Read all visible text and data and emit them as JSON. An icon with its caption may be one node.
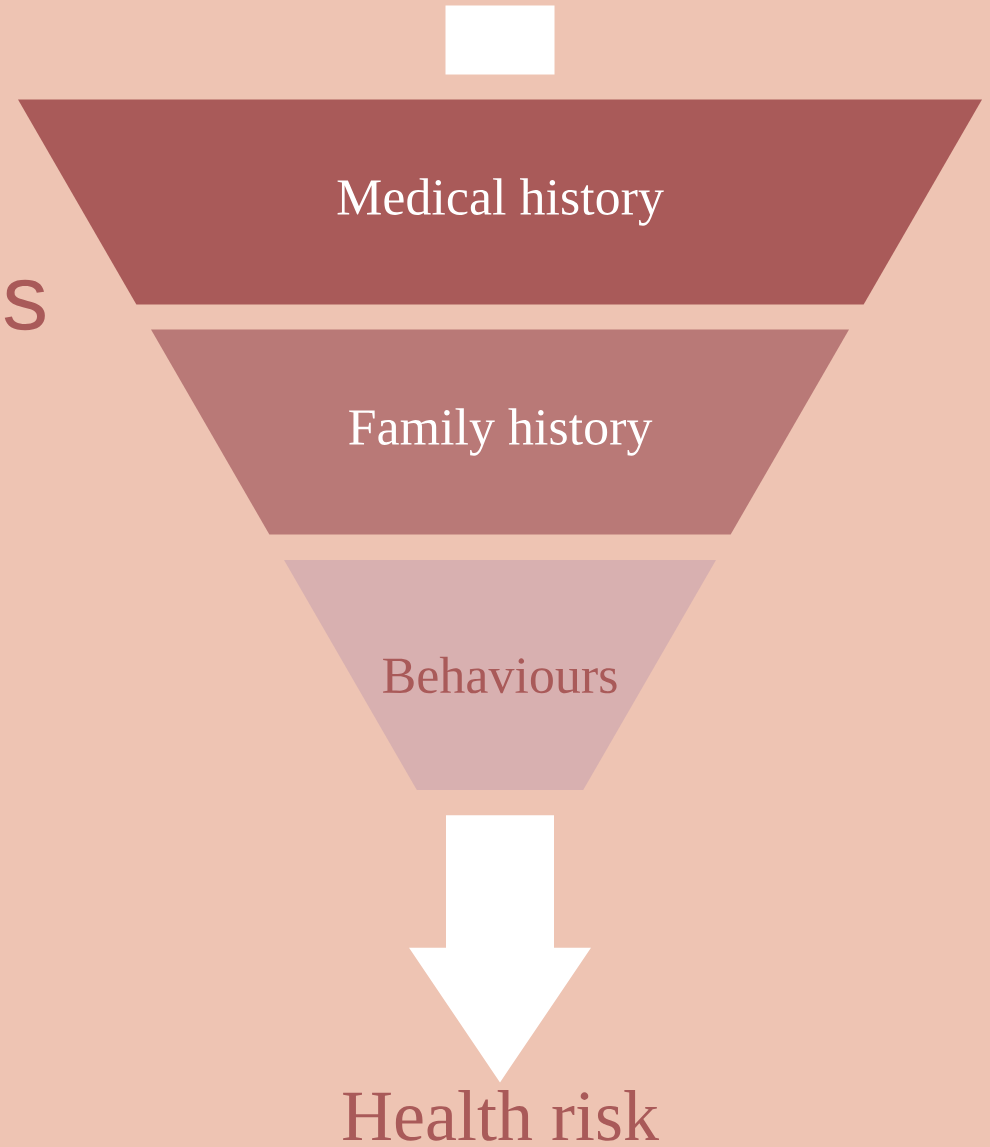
{
  "diagram": {
    "nodes": [
      {
        "text": [],
        "shape": "box"
      },
      {
        "text": [
          "Medical history"
        ]
      },
      {
        "text": [
          "Family history"
        ]
      },
      {
        "text": [
          "Behaviours"
        ]
      },
      {
        "text": [
          "Health risk"
        ]
      }
    ],
    "edges": [
      {
        "from": 3,
        "to": 4,
        "arrow": "to"
      }
    ],
    "labels": [
      "s"
    ]
  }
}
